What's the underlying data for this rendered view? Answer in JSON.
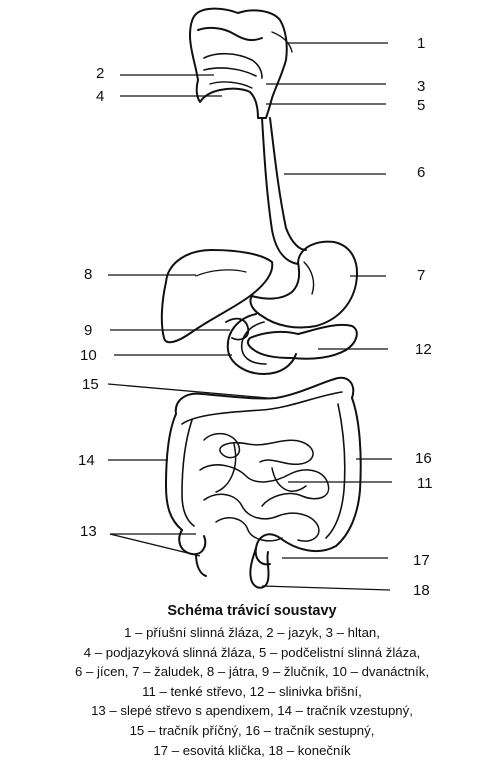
{
  "labels": [
    "1",
    "2",
    "3",
    "4",
    "5",
    "6",
    "7",
    "8",
    "9",
    "10",
    "11",
    "12",
    "13",
    "14",
    "15",
    "16",
    "17",
    "18"
  ],
  "caption": {
    "title": "Schéma trávicí soustavy",
    "lines": [
      "1 – příušní slinná žláza, 2 – jazyk, 3 – hltan,",
      "4 – podjazyková slinná žláza, 5 – podčelistní slinná žláza,",
      "6 – jícen, 7 – žaludek, 8 – játra, 9 – žlučník, 10 – dvanáctník,",
      "11 – tenké střevo, 12 – slinivka břišní,",
      "13 – slepé střevo s apendixem, 14 – tračník vzestupný,",
      "15 – tračník příčný, 16 – tračník sestupný,",
      "17 – esovitá klička, 18 – konečník"
    ]
  }
}
